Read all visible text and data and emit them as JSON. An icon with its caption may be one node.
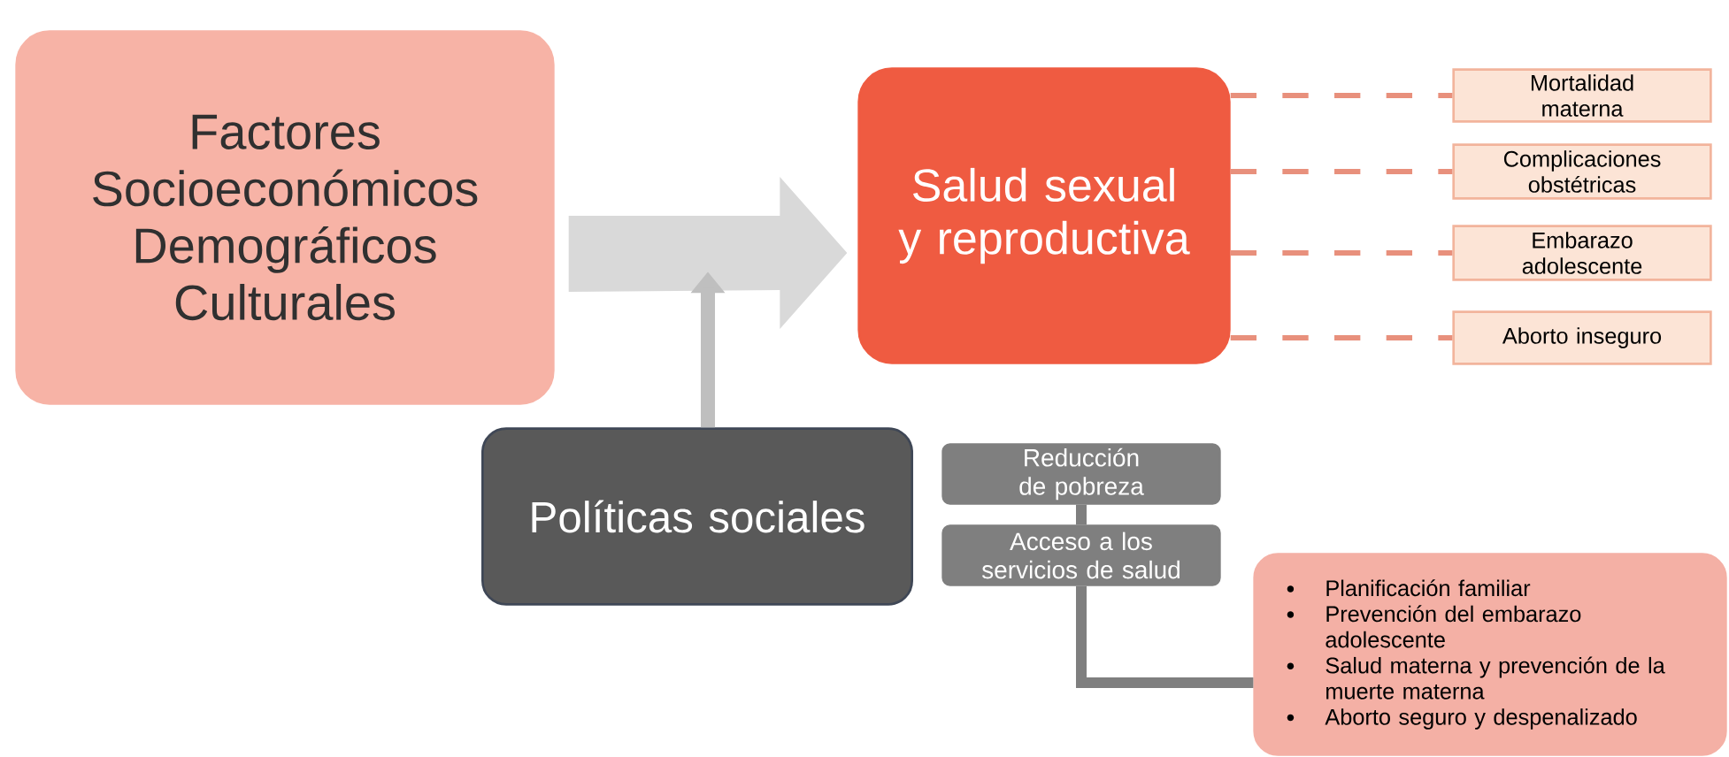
{
  "diagram": {
    "nodes": [
      {
        "text": [
          "Factores Socioeconómicos Demográficos Culturales"
        ]
      },
      {
        "text": [
          "Salud sexual y reproductiva"
        ]
      },
      {
        "text": [
          "Mortalidad materna"
        ]
      },
      {
        "text": [
          "Complicaciones obstétricas"
        ]
      },
      {
        "text": [
          "Embarazo adolescente"
        ]
      },
      {
        "text": [
          "Aborto inseguro"
        ]
      },
      {
        "text": [
          "Políticas sociales"
        ]
      },
      {
        "text": [
          "Reducción de pobreza"
        ]
      },
      {
        "text": [
          "Acceso a los servicios de salud"
        ]
      },
      {
        "text": [
          "Planificación familiar",
          "Prevención del embarazo adolescente",
          "Salud materna y prevención de la muerte materna",
          "Aborto seguro y despenalizado"
        ]
      }
    ],
    "edges": [
      {
        "from": 0,
        "to": 1,
        "arrow": "to",
        "style": "thick",
        "color": "#d9d9d9"
      },
      {
        "from": 6,
        "to": null,
        "arrow": "to",
        "style": "thick",
        "color": "#bfbfbf"
      },
      {
        "from": 1,
        "to": 2,
        "arrow": "none",
        "style": "dashed",
        "color": "#e8907c"
      },
      {
        "from": 1,
        "to": 3,
        "arrow": "none",
        "style": "dashed",
        "color": "#e8907c"
      },
      {
        "from": 1,
        "to": 4,
        "arrow": "none",
        "style": "dashed",
        "color": "#e8907c"
      },
      {
        "from": 1,
        "to": 5,
        "arrow": "none",
        "style": "dashed",
        "color": "#e8907c"
      },
      {
        "from": 7,
        "to": 8,
        "arrow": "none",
        "style": "thick",
        "color": "#7f7f7f"
      },
      {
        "from": 8,
        "to": 9,
        "arrow": "none",
        "style": "thick",
        "color": "#7f7f7f"
      }
    ]
  }
}
